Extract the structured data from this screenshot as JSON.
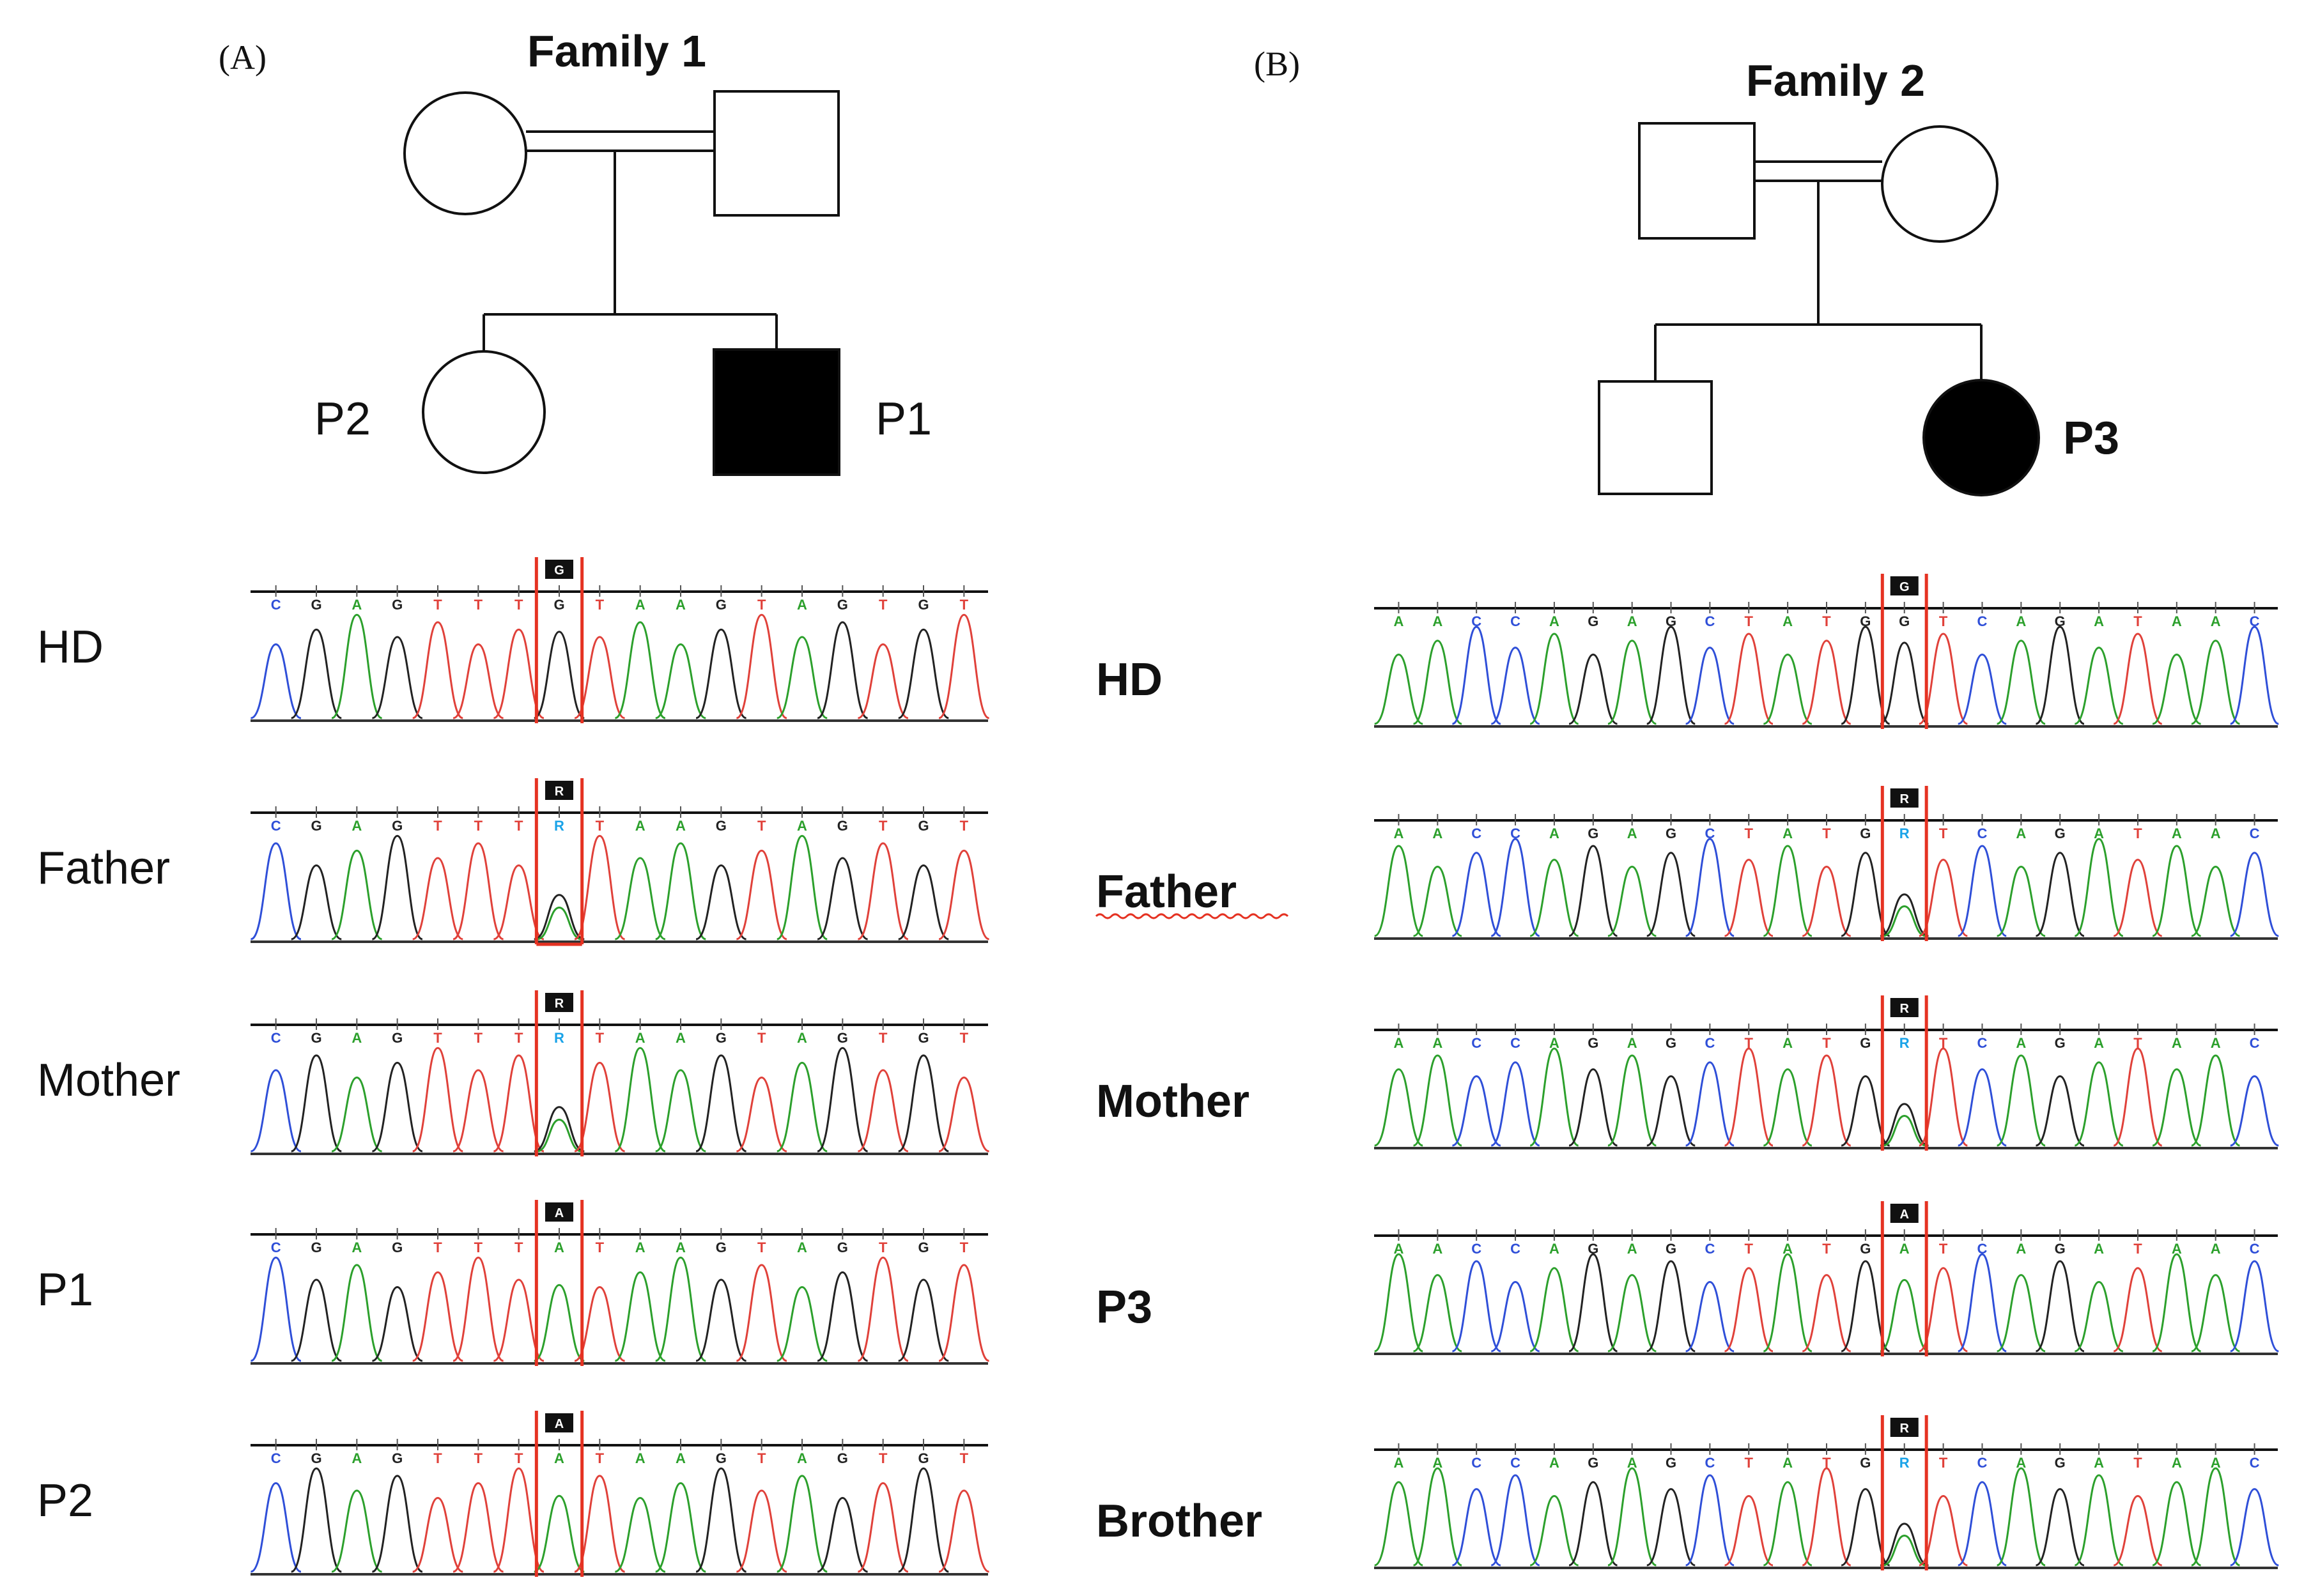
{
  "panel_a": {
    "letter": "(A)",
    "family_title": "Family 1",
    "pedigree": {
      "mother": {
        "shape": "circle",
        "affected": false,
        "label": ""
      },
      "father": {
        "shape": "square",
        "affected": false,
        "label": ""
      },
      "consanguineous": true,
      "children": [
        {
          "shape": "circle",
          "affected": false,
          "label": "P2"
        },
        {
          "shape": "square",
          "affected": true,
          "label": "P1"
        }
      ]
    },
    "sequence": [
      "C",
      "G",
      "A",
      "G",
      "T",
      "T",
      "T",
      "G",
      "T",
      "A",
      "A",
      "G",
      "T",
      "A",
      "G",
      "T",
      "G",
      "T"
    ],
    "variant_index": 7,
    "tracks": [
      {
        "label": "HD",
        "call": "G",
        "variant_peak": "G"
      },
      {
        "label": "Father",
        "call": "R",
        "variant_peak": "R"
      },
      {
        "label": "Mother",
        "call": "R",
        "variant_peak": "R"
      },
      {
        "label": "P1",
        "call": "A",
        "variant_peak": "A"
      },
      {
        "label": "P2",
        "call": "A",
        "variant_peak": "A"
      }
    ]
  },
  "panel_b": {
    "letter": "(B)",
    "family_title": "Family 2",
    "pedigree": {
      "father": {
        "shape": "square",
        "affected": false,
        "label": ""
      },
      "mother": {
        "shape": "circle",
        "affected": false,
        "label": ""
      },
      "consanguineous": true,
      "children": [
        {
          "shape": "square",
          "affected": false,
          "label": ""
        },
        {
          "shape": "circle",
          "affected": true,
          "label": "P3"
        }
      ]
    },
    "sequence": [
      "A",
      "A",
      "C",
      "C",
      "A",
      "G",
      "A",
      "G",
      "C",
      "T",
      "A",
      "T",
      "G",
      "G",
      "T",
      "C",
      "A",
      "G",
      "A",
      "T",
      "A",
      "A",
      "C"
    ],
    "variant_index": 13,
    "tracks": [
      {
        "label": "HD",
        "call": "G",
        "variant_peak": "G"
      },
      {
        "label": "Father",
        "call": "R",
        "variant_peak": "R"
      },
      {
        "label": "Mother",
        "call": "R",
        "variant_peak": "R"
      },
      {
        "label": "P3",
        "call": "A",
        "variant_peak": "A"
      },
      {
        "label": "Brother",
        "call": "R",
        "variant_peak": "R"
      }
    ]
  },
  "colors": {
    "A": "#2ca02c",
    "C": "#2f4fd8",
    "G": "#222222",
    "T": "#e0413a",
    "R": "#1aa3e8",
    "variant_box": "#e53222",
    "call_box": "#111111",
    "line": "#111111"
  }
}
